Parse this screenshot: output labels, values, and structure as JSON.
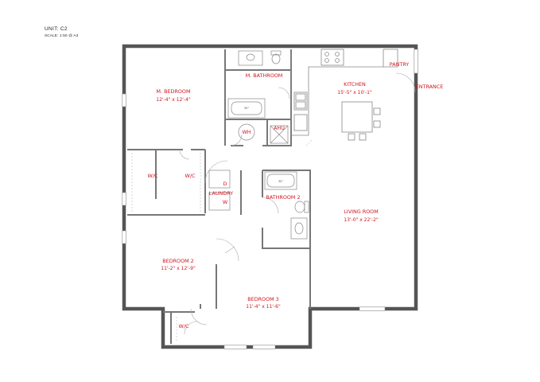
{
  "header": {
    "unit": "UNIT: C2",
    "scale": "SCALE: 1:50 @ A3"
  },
  "rooms": {
    "m_bedroom": {
      "name": "M. BEDROOM",
      "dims": "12'-4\" x 12'-4\""
    },
    "m_bathroom": {
      "name": "M. BATHROOM"
    },
    "kitchen": {
      "name": "KITCHEN",
      "dims": "15'-5\" x 10'-1\""
    },
    "pantry": {
      "name": "PANTRY"
    },
    "entrance": {
      "name": "ENTRANCE"
    },
    "wic_1": {
      "name": "W/C"
    },
    "wic_2": {
      "name": "W/C"
    },
    "wic_3": {
      "name": "W/C"
    },
    "laundry": {
      "name": "LAUNDRY",
      "dryer": "D",
      "washer": "W"
    },
    "bathroom_2": {
      "name": "BATHROOM 2"
    },
    "living_room": {
      "name": "LIVING ROOM",
      "dims": "13'-0\" x 22'-2\""
    },
    "bedroom_2": {
      "name": "BEDROOM 2",
      "dims": "11'-2\" x 12'-9\""
    },
    "bedroom_3": {
      "name": "BEDROOM 3",
      "dims": "11'-4\" x 11'-6\""
    }
  },
  "fixtures": {
    "wh": "WH",
    "ahu": "AHU",
    "tub_size_1": "30\"",
    "tub_size_2": "30\""
  },
  "colors": {
    "wall": "#555555",
    "label": "#d2141e",
    "line": "#999999"
  }
}
